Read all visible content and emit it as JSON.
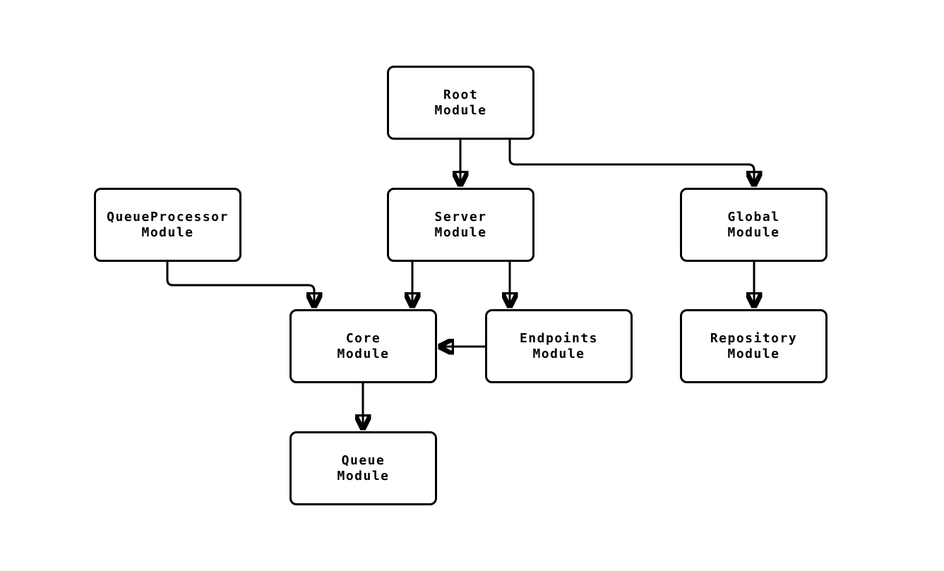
{
  "diagram": {
    "type": "flowchart",
    "background_color": "#ffffff",
    "stroke_color": "#000000",
    "node_fill_color": "#ffffff",
    "nodes": {
      "root": {
        "label": "Root\nModule"
      },
      "server": {
        "label": "Server\nModule"
      },
      "queueprocessor": {
        "label": "QueueProcessor\nModule"
      },
      "global": {
        "label": "Global\nModule"
      },
      "core": {
        "label": "Core\nModule"
      },
      "endpoints": {
        "label": "Endpoints\nModule"
      },
      "repository": {
        "label": "Repository\nModule"
      },
      "queue": {
        "label": "Queue\nModule"
      }
    },
    "edges": [
      {
        "from": "Root Module",
        "to": "Server Module"
      },
      {
        "from": "Root Module",
        "to": "Global Module"
      },
      {
        "from": "QueueProcessor Module",
        "to": "Core Module"
      },
      {
        "from": "Server Module",
        "to": "Core Module"
      },
      {
        "from": "Server Module",
        "to": "Endpoints Module"
      },
      {
        "from": "Endpoints Module",
        "to": "Core Module"
      },
      {
        "from": "Core Module",
        "to": "Queue Module"
      },
      {
        "from": "Global Module",
        "to": "Repository Module"
      }
    ]
  }
}
